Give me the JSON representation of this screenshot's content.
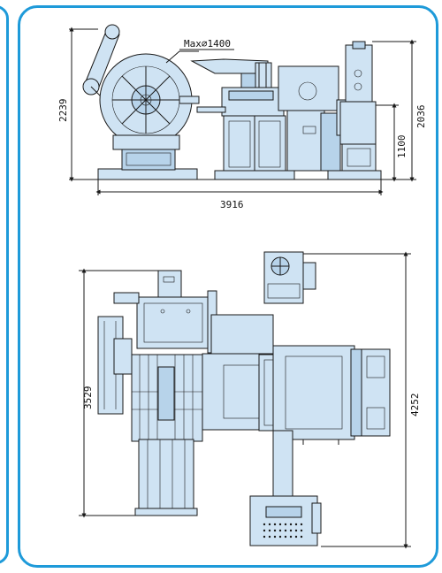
{
  "colors": {
    "frame": "#1e9ad9",
    "machine_fill": "#cfe3f3",
    "machine_shade": "#b7d3ea",
    "line": "#1a1a1a"
  },
  "side_view": {
    "max_diameter_label": "Max∅1400",
    "height_left": "2239",
    "height_right": "2036",
    "height_feeder": "1100",
    "total_length": "3916"
  },
  "top_view": {
    "depth_left": "3529",
    "depth_right": "4252"
  }
}
